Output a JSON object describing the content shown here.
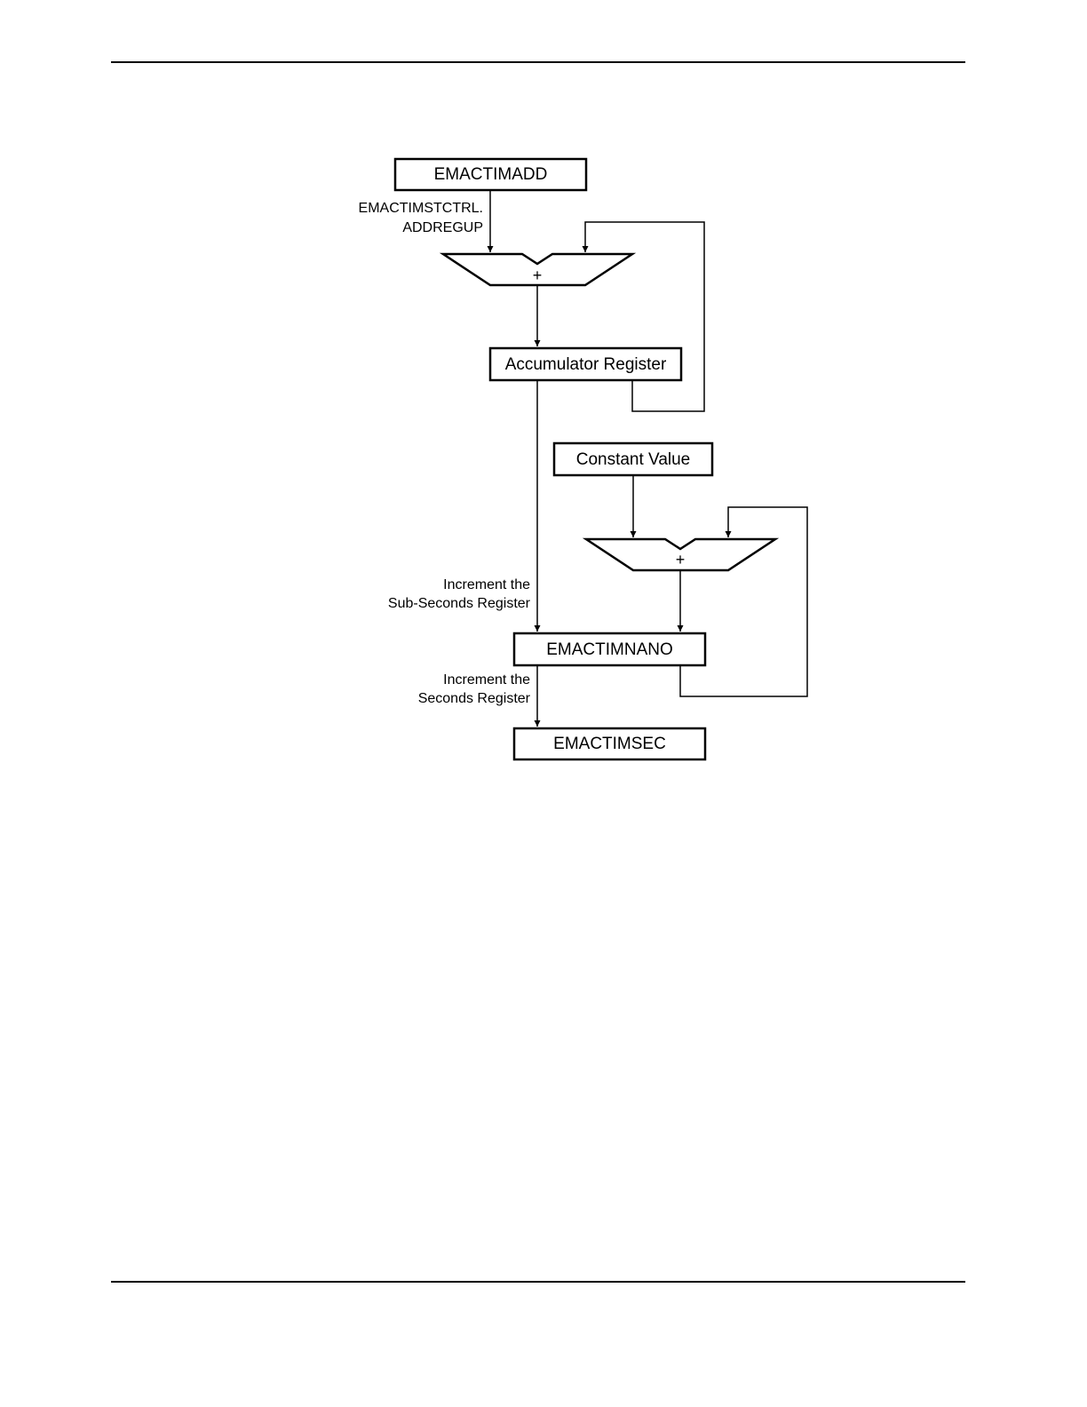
{
  "diagram": {
    "boxes": {
      "timadd": "EMACTIMADD",
      "accumulator": "Accumulator Register",
      "constant": "Constant Value",
      "timnano": "EMACTIMNANO",
      "timsec": "EMACTIMSEC"
    },
    "adders": {
      "symbol": "+"
    },
    "annotations": {
      "addregup_line1": "EMACTIMSTCTRL.",
      "addregup_line2": "ADDREGUP",
      "subsec_line1": "Increment the",
      "subsec_line2": "Sub-Seconds Register",
      "sec_line1": "Increment the",
      "sec_line2": "Seconds Register"
    }
  }
}
